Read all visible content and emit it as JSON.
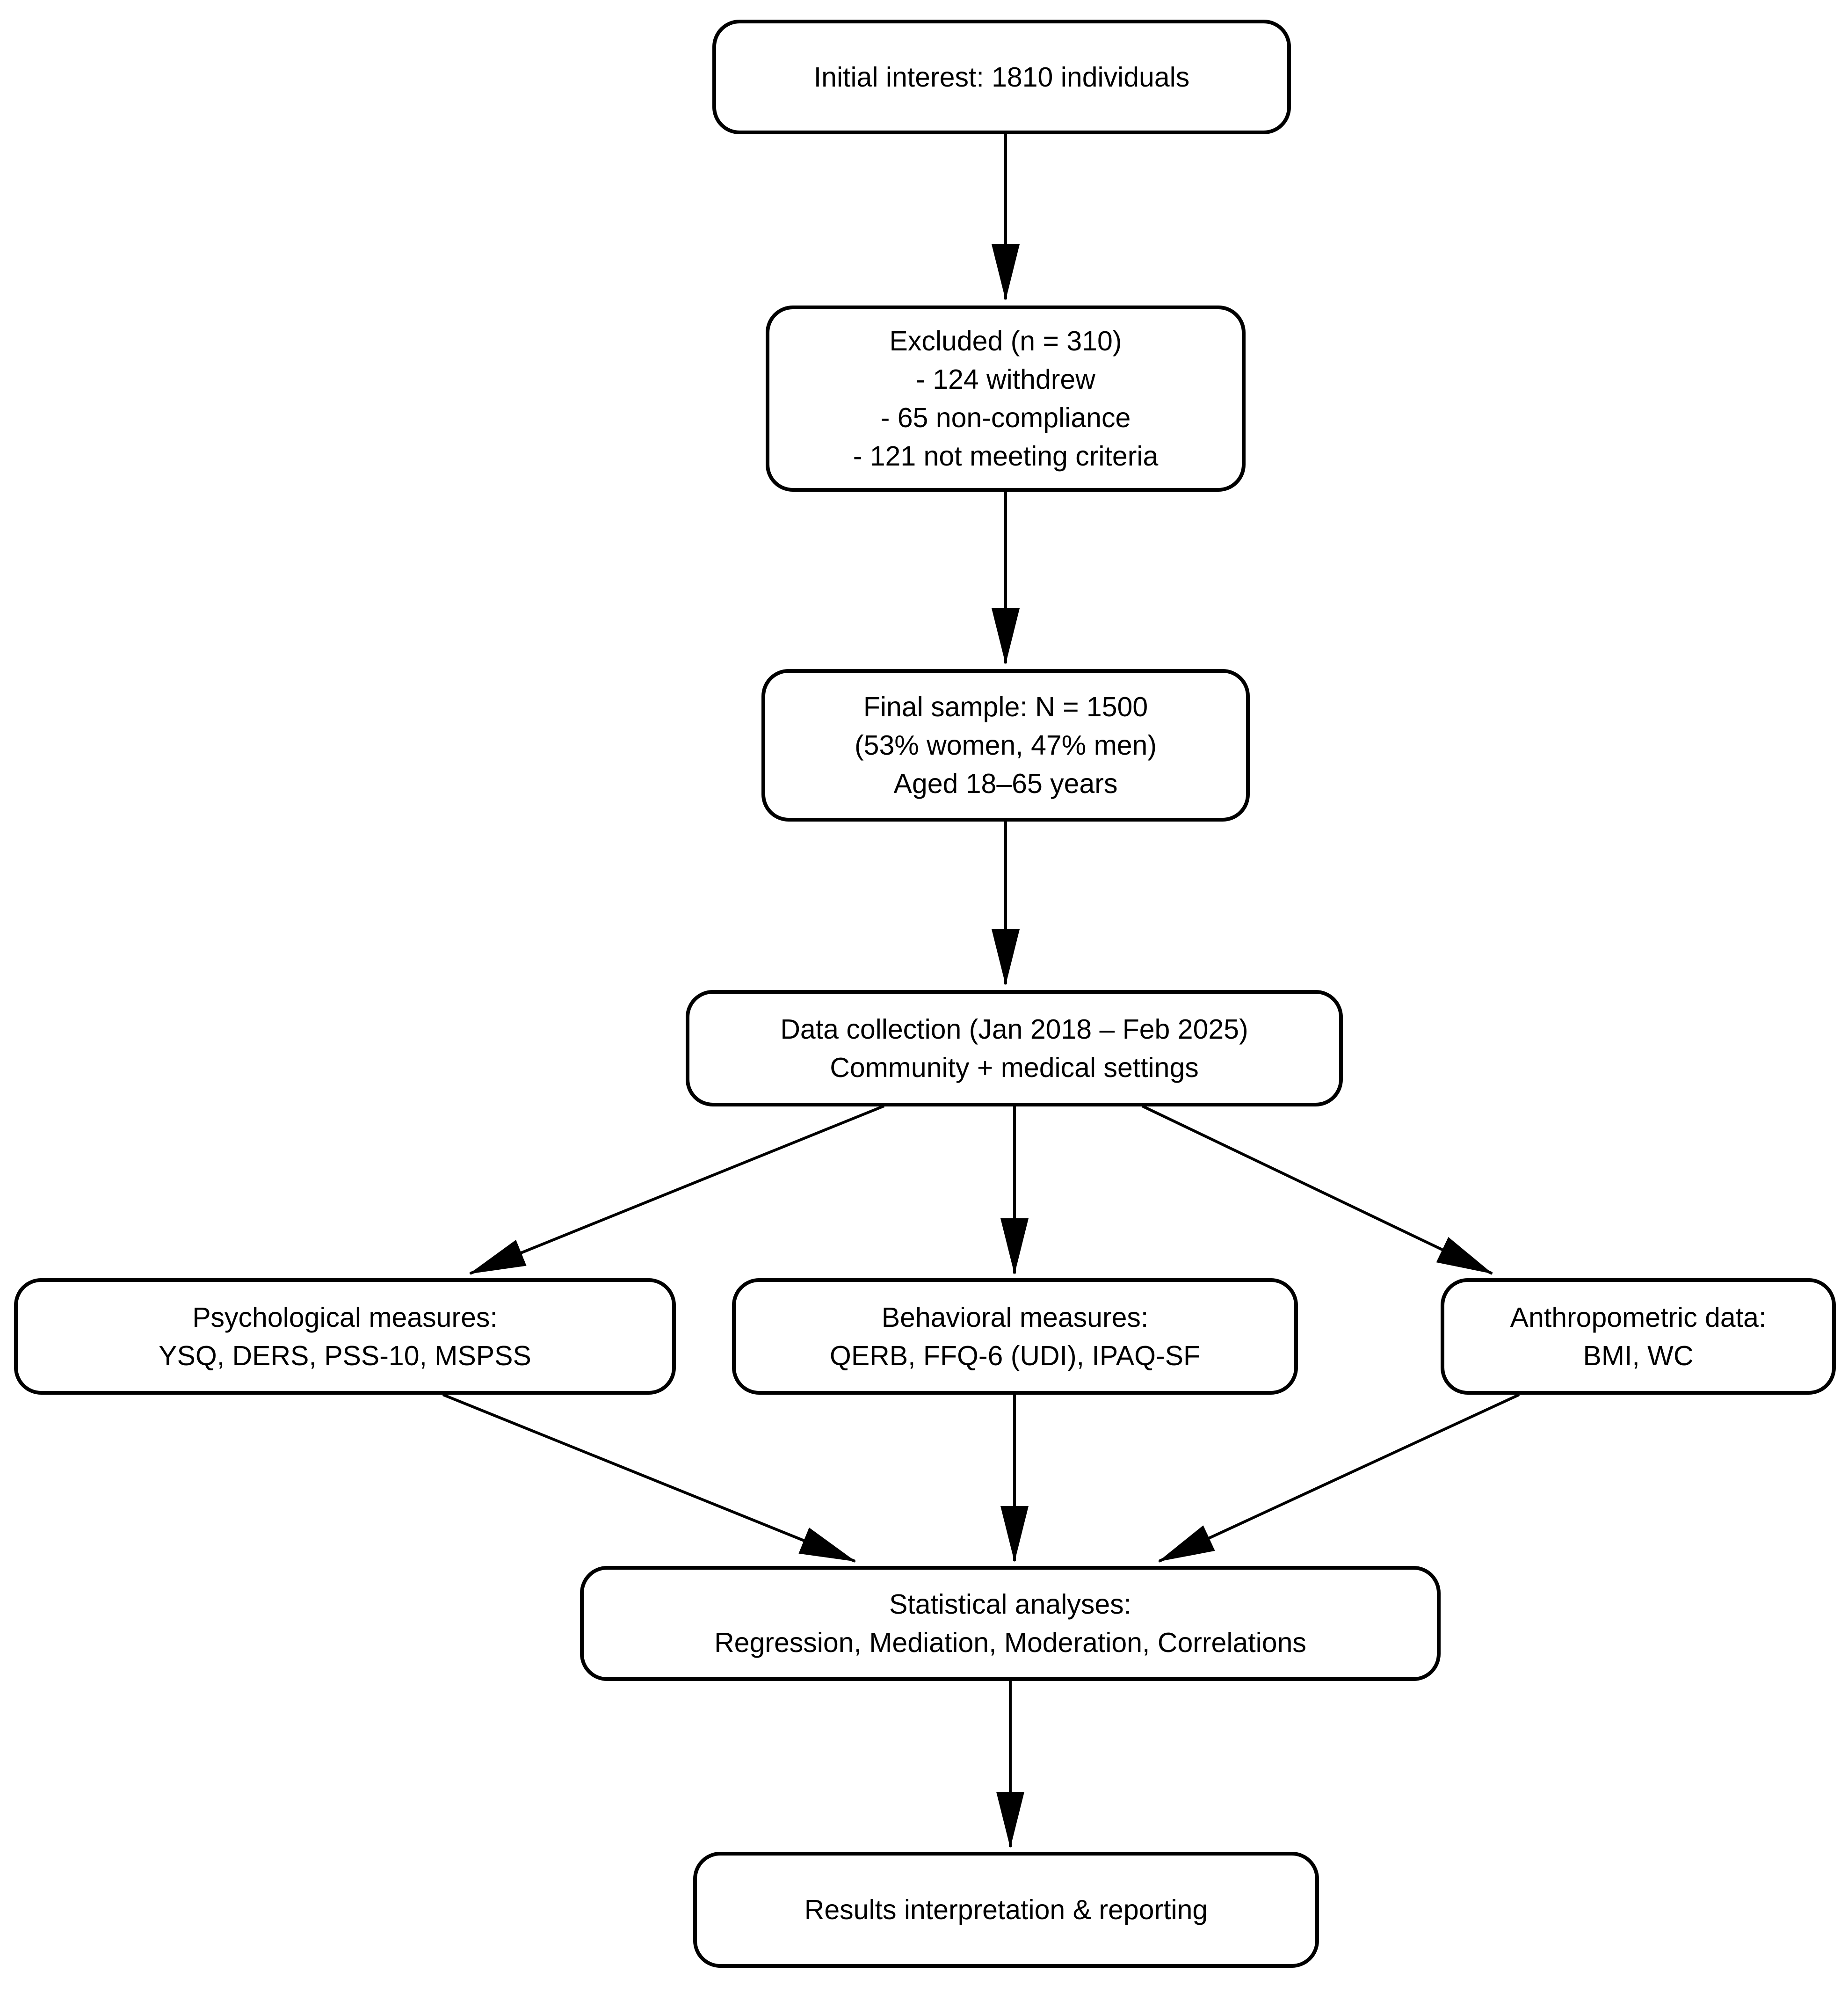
{
  "diagram": {
    "type": "flowchart",
    "colors": {
      "stroke": "#000000",
      "text": "#000000",
      "node_fill": "#ffffff",
      "background": "#ffffff"
    },
    "nodes": {
      "initial": {
        "lines": [
          "Initial interest: 1810 individuals"
        ]
      },
      "excluded": {
        "lines": [
          "Excluded (n = 310)",
          "- 124 withdrew",
          "- 65 non-compliance",
          "- 121 not meeting criteria"
        ]
      },
      "final_sample": {
        "lines": [
          "Final sample: N = 1500",
          "(53% women, 47% men)",
          "Aged 18–65 years"
        ]
      },
      "data_collection": {
        "lines": [
          "Data collection (Jan 2018 – Feb 2025)",
          "Community + medical settings"
        ]
      },
      "psychological": {
        "lines": [
          "Psychological measures:",
          "YSQ, DERS, PSS-10, MSPSS"
        ]
      },
      "behavioral": {
        "lines": [
          "Behavioral measures:",
          "QERB, FFQ-6 (UDI), IPAQ-SF"
        ]
      },
      "anthropometric": {
        "lines": [
          "Anthropometric data:",
          "BMI, WC"
        ]
      },
      "statistical": {
        "lines": [
          "Statistical analyses:",
          "Regression, Mediation, Moderation, Correlations"
        ]
      },
      "results": {
        "lines": [
          "Results interpretation & reporting"
        ]
      }
    },
    "edges": [
      {
        "from": "initial",
        "to": "excluded"
      },
      {
        "from": "excluded",
        "to": "final_sample"
      },
      {
        "from": "final_sample",
        "to": "data_collection"
      },
      {
        "from": "data_collection",
        "to": "psychological"
      },
      {
        "from": "data_collection",
        "to": "behavioral"
      },
      {
        "from": "data_collection",
        "to": "anthropometric"
      },
      {
        "from": "psychological",
        "to": "statistical"
      },
      {
        "from": "behavioral",
        "to": "statistical"
      },
      {
        "from": "anthropometric",
        "to": "statistical"
      },
      {
        "from": "statistical",
        "to": "results"
      }
    ]
  }
}
